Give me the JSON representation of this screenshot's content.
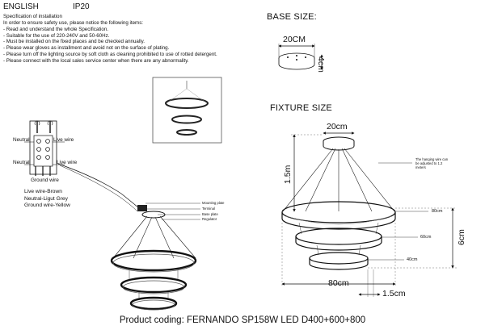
{
  "header": {
    "language": "ENGLISH",
    "ip_rating": "IP20"
  },
  "specification": {
    "title": "Specification of installation",
    "items": [
      "In order to ensure safety use, please notice the following items:",
      "- Read and understand the whole Specification.",
      "- Suitable for the use of 220-240V and 50-60Hz.",
      "- Must be installed on the fixed places and be checked annually.",
      "- Please wear gloves as installment and avoid not on the surface of plating.",
      "- Please turn off the lighting source by soft cloth as cleaning prohibited to use of rotted detergent.",
      "- Please connect with the local sales service center when there are any abnormality."
    ]
  },
  "base_size": {
    "title": "BASE SIZE:",
    "width": "20CM",
    "height": "4cm"
  },
  "fixture_size": {
    "title": "FIXTURE SIZE",
    "top_width": "20cm",
    "hang_length": "1.5m",
    "note_lines": [
      "The hanging wire can",
      "be adjusted to 1.2",
      "meters"
    ],
    "width": "80cm",
    "height": "6cm",
    "depth": "1.5cm",
    "ring_labels": [
      "80cm",
      "60cm",
      "40cm"
    ]
  },
  "wiring": {
    "neutral_top": "Neutral",
    "live_top": "Live wire",
    "neutral_bottom": "Neutral",
    "live_bottom": "Live wire",
    "ground": "Ground wire",
    "legend": [
      "Live wire-Brown",
      "Neutral-Ligut Grey",
      "Ground wire-Yellow"
    ],
    "parts": [
      "Mounting plate",
      "Terminal",
      "Base plate",
      "Regulator"
    ]
  },
  "footer": {
    "product_coding": "Product coding: FERNANDO SP158W LED D400+600+800"
  }
}
